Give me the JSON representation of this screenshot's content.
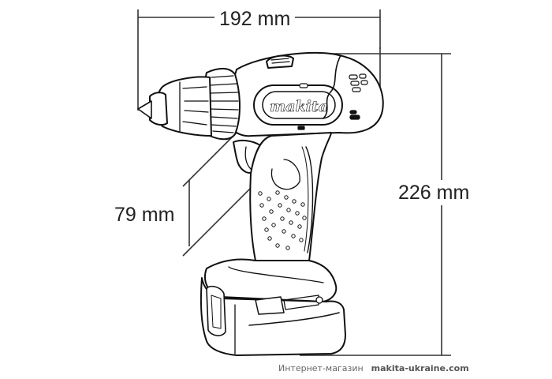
{
  "diagram": {
    "subject": "Cordless drill driver dimension drawing",
    "brand_mark": "makita",
    "dimensions": {
      "length": "192 mm",
      "height": "226 mm",
      "center_height": "79 mm"
    },
    "colors": {
      "line": "#111111",
      "dimension_line": "#333333",
      "label_text": "#222222",
      "footer_text": "#666666",
      "background": "#ffffff"
    }
  },
  "footer": {
    "store_label": "Интернет-магазин",
    "site": "makita-ukraine.com"
  }
}
